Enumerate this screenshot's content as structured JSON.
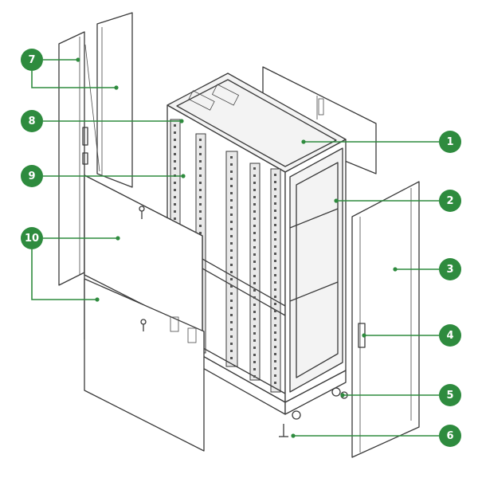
{
  "colors": {
    "callout": "#2e8b3e",
    "line": "#3a3a3a"
  },
  "callouts": [
    {
      "number": "1",
      "part": "top-cover"
    },
    {
      "number": "2",
      "part": "frame-post"
    },
    {
      "number": "3",
      "part": "side-panel"
    },
    {
      "number": "4",
      "part": "side-panel-handle"
    },
    {
      "number": "5",
      "part": "caster"
    },
    {
      "number": "6",
      "part": "leveling-foot"
    },
    {
      "number": "7",
      "part": "rear-doors"
    },
    {
      "number": "8",
      "part": "frame"
    },
    {
      "number": "9",
      "part": "mounting-rail"
    },
    {
      "number": "10",
      "part": "front-doors"
    }
  ]
}
